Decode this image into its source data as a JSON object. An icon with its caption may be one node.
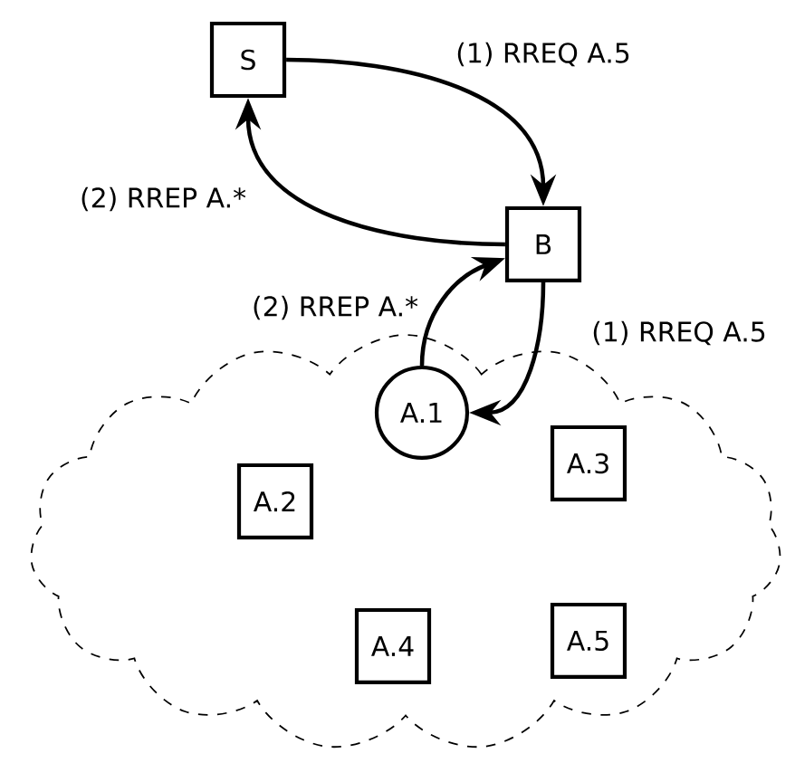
{
  "diagram": {
    "nodes": [
      {
        "text": [
          "S"
        ]
      },
      {
        "text": [
          "B"
        ]
      },
      {
        "text": [],
        "shape": "cloud"
      },
      {
        "text": [
          "A.1"
        ],
        "in": 2
      },
      {
        "text": [
          "A.2"
        ],
        "in": 2
      },
      {
        "text": [
          "A.3"
        ],
        "in": 2
      },
      {
        "text": [
          "A.4"
        ],
        "in": 2
      },
      {
        "text": [
          "A.5"
        ],
        "in": 2
      }
    ],
    "edges": [
      {
        "from": 0,
        "to": 1,
        "arrow": "to",
        "label": "(1) RREQ A.5"
      },
      {
        "from": 1,
        "to": 0,
        "arrow": "to",
        "label": "(2) RREP A.*"
      },
      {
        "from": 3,
        "to": 1,
        "arrow": "to",
        "label": "(2) RREP A.*"
      },
      {
        "from": 1,
        "to": 3,
        "arrow": "to",
        "label": "(1) RREQ A.5"
      }
    ]
  }
}
